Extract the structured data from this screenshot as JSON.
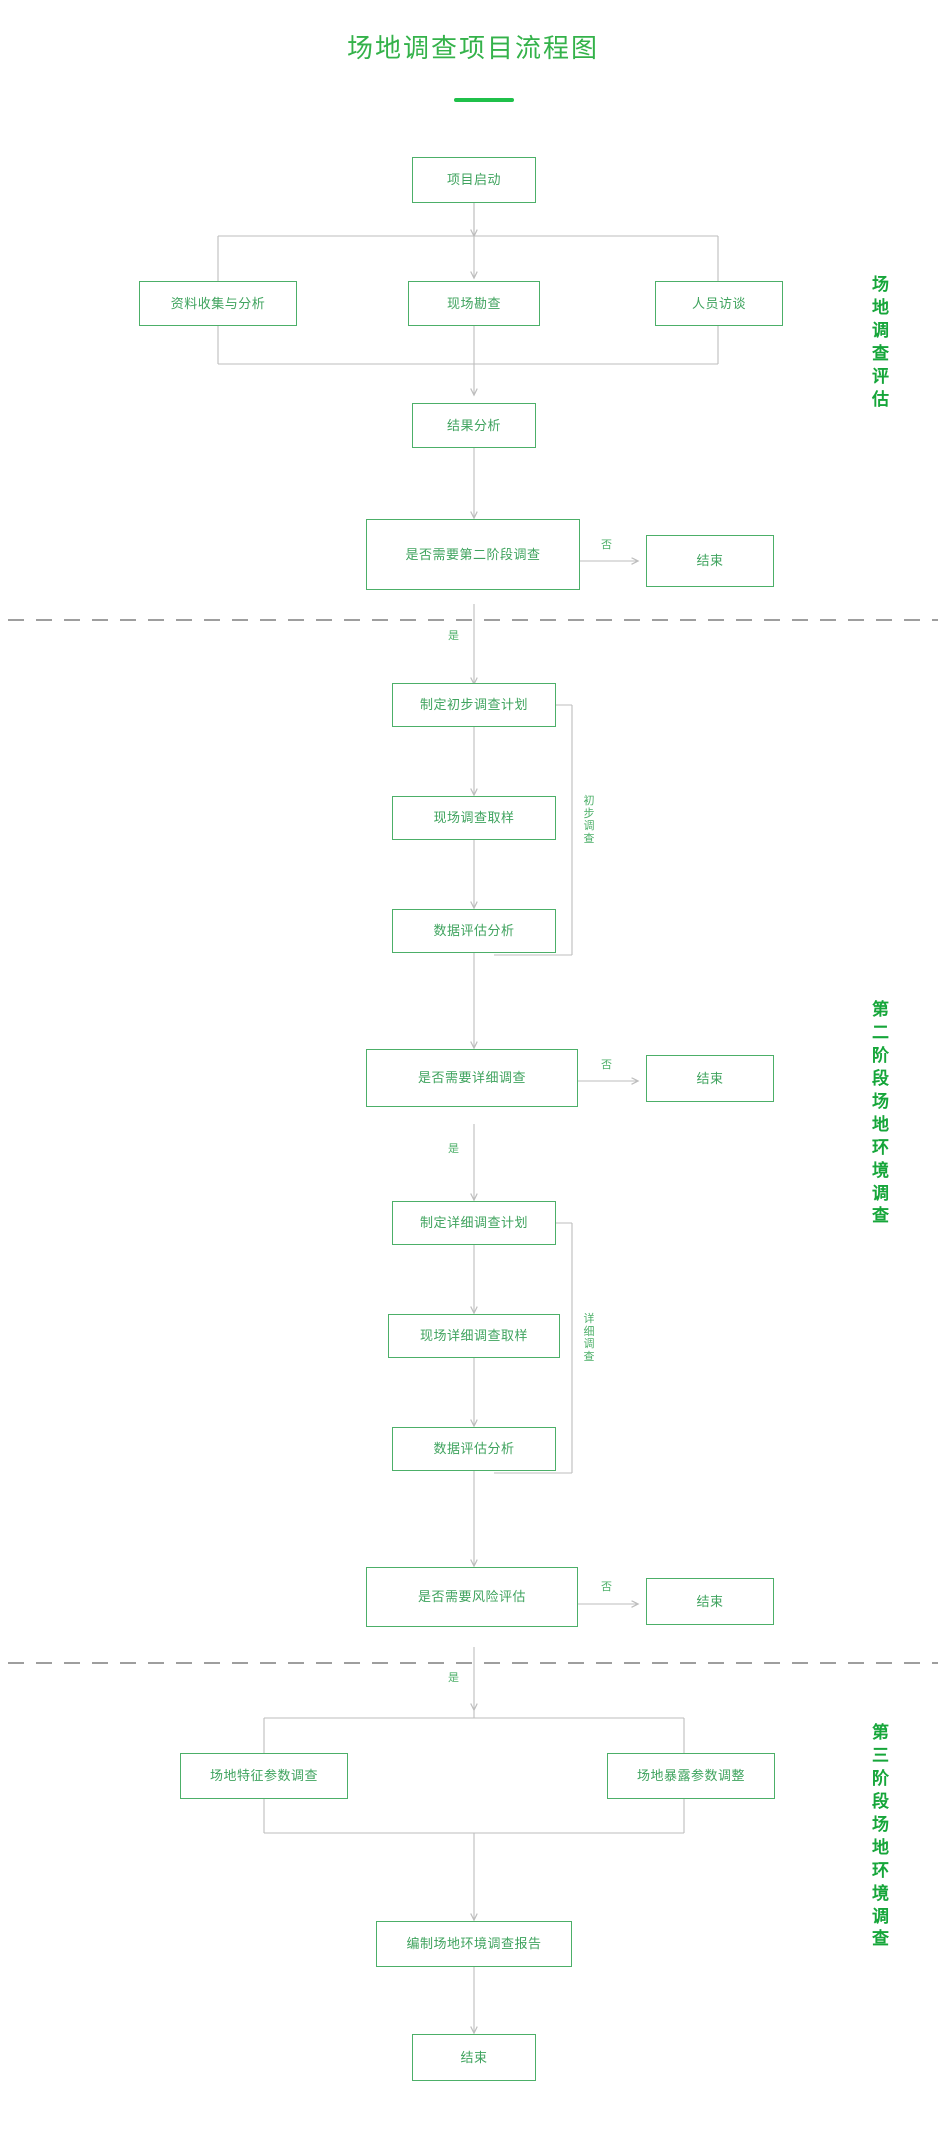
{
  "header": {
    "title": "场地调查项目流程图",
    "accent_color": "#1fc04a",
    "title_color": "#34b24a"
  },
  "theme": {
    "node_border": "#4caf68",
    "node_text": "#3fa35e",
    "wire_color": "#bdbdbd",
    "divider_color": "#9e9e9e",
    "background": "#ffffff"
  },
  "chart_data": {
    "type": "diagram",
    "title": "场地调查项目流程图",
    "nodes": [
      {
        "id": "start",
        "label": "项目启动",
        "shape": "box"
      },
      {
        "id": "data-collect",
        "label": "资料收集与分析",
        "shape": "box"
      },
      {
        "id": "site-survey",
        "label": "现场勘查",
        "shape": "box"
      },
      {
        "id": "interview",
        "label": "人员访谈",
        "shape": "box"
      },
      {
        "id": "result-analysis",
        "label": "结果分析",
        "shape": "box"
      },
      {
        "id": "decision-phase2",
        "label": "是否需要第二阶段调查",
        "shape": "decision"
      },
      {
        "id": "end-1",
        "label": "结束",
        "shape": "box"
      },
      {
        "id": "plan-initial",
        "label": "制定初步调查计划",
        "shape": "box"
      },
      {
        "id": "sample-initial",
        "label": "现场调查取样",
        "shape": "box"
      },
      {
        "id": "eval-initial",
        "label": "数据评估分析",
        "shape": "box"
      },
      {
        "id": "decision-detail",
        "label": "是否需要详细调查",
        "shape": "decision"
      },
      {
        "id": "end-2",
        "label": "结束",
        "shape": "box"
      },
      {
        "id": "plan-detail",
        "label": "制定详细调查计划",
        "shape": "box"
      },
      {
        "id": "sample-detail",
        "label": "现场详细调查取样",
        "shape": "box"
      },
      {
        "id": "eval-detail",
        "label": "数据评估分析",
        "shape": "box"
      },
      {
        "id": "decision-risk",
        "label": "是否需要风险评估",
        "shape": "decision"
      },
      {
        "id": "end-3",
        "label": "结束",
        "shape": "box"
      },
      {
        "id": "site-feature",
        "label": "场地特征参数调查",
        "shape": "box"
      },
      {
        "id": "site-exposure",
        "label": "场地暴露参数调整",
        "shape": "box"
      },
      {
        "id": "report",
        "label": "编制场地环境调查报告",
        "shape": "box"
      },
      {
        "id": "end-final",
        "label": "结束",
        "shape": "box"
      }
    ],
    "edges": [
      {
        "from": "start",
        "to": "data-collect",
        "label": ""
      },
      {
        "from": "start",
        "to": "site-survey",
        "label": ""
      },
      {
        "from": "start",
        "to": "interview",
        "label": ""
      },
      {
        "from": "data-collect",
        "to": "result-analysis",
        "label": ""
      },
      {
        "from": "site-survey",
        "to": "result-analysis",
        "label": ""
      },
      {
        "from": "interview",
        "to": "result-analysis",
        "label": ""
      },
      {
        "from": "result-analysis",
        "to": "decision-phase2",
        "label": ""
      },
      {
        "from": "decision-phase2",
        "to": "end-1",
        "label": "否"
      },
      {
        "from": "decision-phase2",
        "to": "plan-initial",
        "label": "是"
      },
      {
        "from": "plan-initial",
        "to": "sample-initial",
        "label": ""
      },
      {
        "from": "sample-initial",
        "to": "eval-initial",
        "label": ""
      },
      {
        "from": "eval-initial",
        "to": "decision-detail",
        "label": ""
      },
      {
        "from": "decision-detail",
        "to": "end-2",
        "label": "否"
      },
      {
        "from": "decision-detail",
        "to": "plan-detail",
        "label": "是"
      },
      {
        "from": "plan-detail",
        "to": "sample-detail",
        "label": ""
      },
      {
        "from": "sample-detail",
        "to": "eval-detail",
        "label": ""
      },
      {
        "from": "eval-detail",
        "to": "decision-risk",
        "label": ""
      },
      {
        "from": "decision-risk",
        "to": "end-3",
        "label": "否"
      },
      {
        "from": "decision-risk",
        "to": "site-feature",
        "label": "是"
      },
      {
        "from": "decision-risk",
        "to": "site-exposure",
        "label": "是"
      },
      {
        "from": "site-feature",
        "to": "report",
        "label": ""
      },
      {
        "from": "site-exposure",
        "to": "report",
        "label": ""
      },
      {
        "from": "report",
        "to": "end-final",
        "label": ""
      }
    ],
    "group_brackets": [
      {
        "id": "initial-survey",
        "label": "初步调查",
        "covers": [
          "plan-initial",
          "sample-initial",
          "eval-initial"
        ]
      },
      {
        "id": "detail-survey",
        "label": "详细调查",
        "covers": [
          "plan-detail",
          "sample-detail",
          "eval-detail"
        ]
      }
    ],
    "stages": [
      {
        "id": "stage-1",
        "label": "场地调查评估"
      },
      {
        "id": "stage-2",
        "label": "第二阶段场地环境调查"
      },
      {
        "id": "stage-3",
        "label": "第三阶段场地环境调查"
      }
    ],
    "dividers": 2
  },
  "nodes": {
    "start": "项目启动",
    "data_collect": "资料收集与分析",
    "site_survey": "现场勘查",
    "interview": "人员访谈",
    "result_analysis": "结果分析",
    "decision_phase2": "是否需要第二阶段调查",
    "end_1": "结束",
    "plan_initial": "制定初步调查计划",
    "sample_initial": "现场调查取样",
    "eval_initial": "数据评估分析",
    "decision_detail": "是否需要详细调查",
    "end_2": "结束",
    "plan_detail": "制定详细调查计划",
    "sample_detail": "现场详细调查取样",
    "eval_detail": "数据评估分析",
    "decision_risk": "是否需要风险评估",
    "end_3": "结束",
    "site_feature": "场地特征参数调查",
    "site_exposure": "场地暴露参数调整",
    "report": "编制场地环境调查报告",
    "end_final": "结束"
  },
  "edge_labels": {
    "no_1": "否",
    "yes_1": "是",
    "no_2": "否",
    "yes_2": "是",
    "no_3": "否",
    "yes_3": "是"
  },
  "brackets": {
    "initial": "初步调查",
    "detail": "详细调查"
  },
  "stages": {
    "stage_1": "场地调查评估",
    "stage_2": "第二阶段场地环境调查",
    "stage_3": "第三阶段场地环境调查"
  }
}
